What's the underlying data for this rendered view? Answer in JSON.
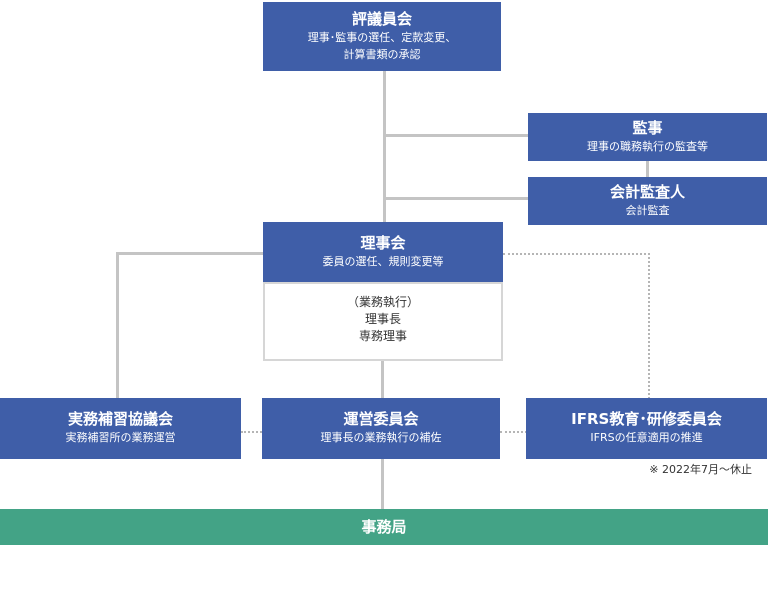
{
  "council": {
    "title": "評議員会",
    "desc_line1": "理事･監事の選任、定款変更、",
    "desc_line2": "計算書類の承認"
  },
  "auditor": {
    "title": "監事",
    "desc": "理事の職務執行の監査等"
  },
  "accounting_auditor": {
    "title": "会計監査人",
    "desc": "会計監査"
  },
  "board": {
    "title": "理事会",
    "desc": "委員の選任、規則変更等"
  },
  "execution": {
    "line1": "（業務執行）",
    "line2": "理事長",
    "line3": "専務理事"
  },
  "practical_council": {
    "title": "実務補習協議会",
    "desc": "実務補習所の業務運営"
  },
  "operations_committee": {
    "title": "運営委員会",
    "desc": "理事長の業務執行の補佐"
  },
  "ifrs_committee": {
    "title": "IFRS教育･研修委員会",
    "desc": "IFRSの任意適用の推進"
  },
  "note": "※ 2022年7月～休止",
  "secretariat": {
    "title": "事務局"
  },
  "colors": {
    "box_blue": "#3f5ea8",
    "secretariat_green": "#43a386",
    "connector_gray": "#c4c4c4"
  }
}
